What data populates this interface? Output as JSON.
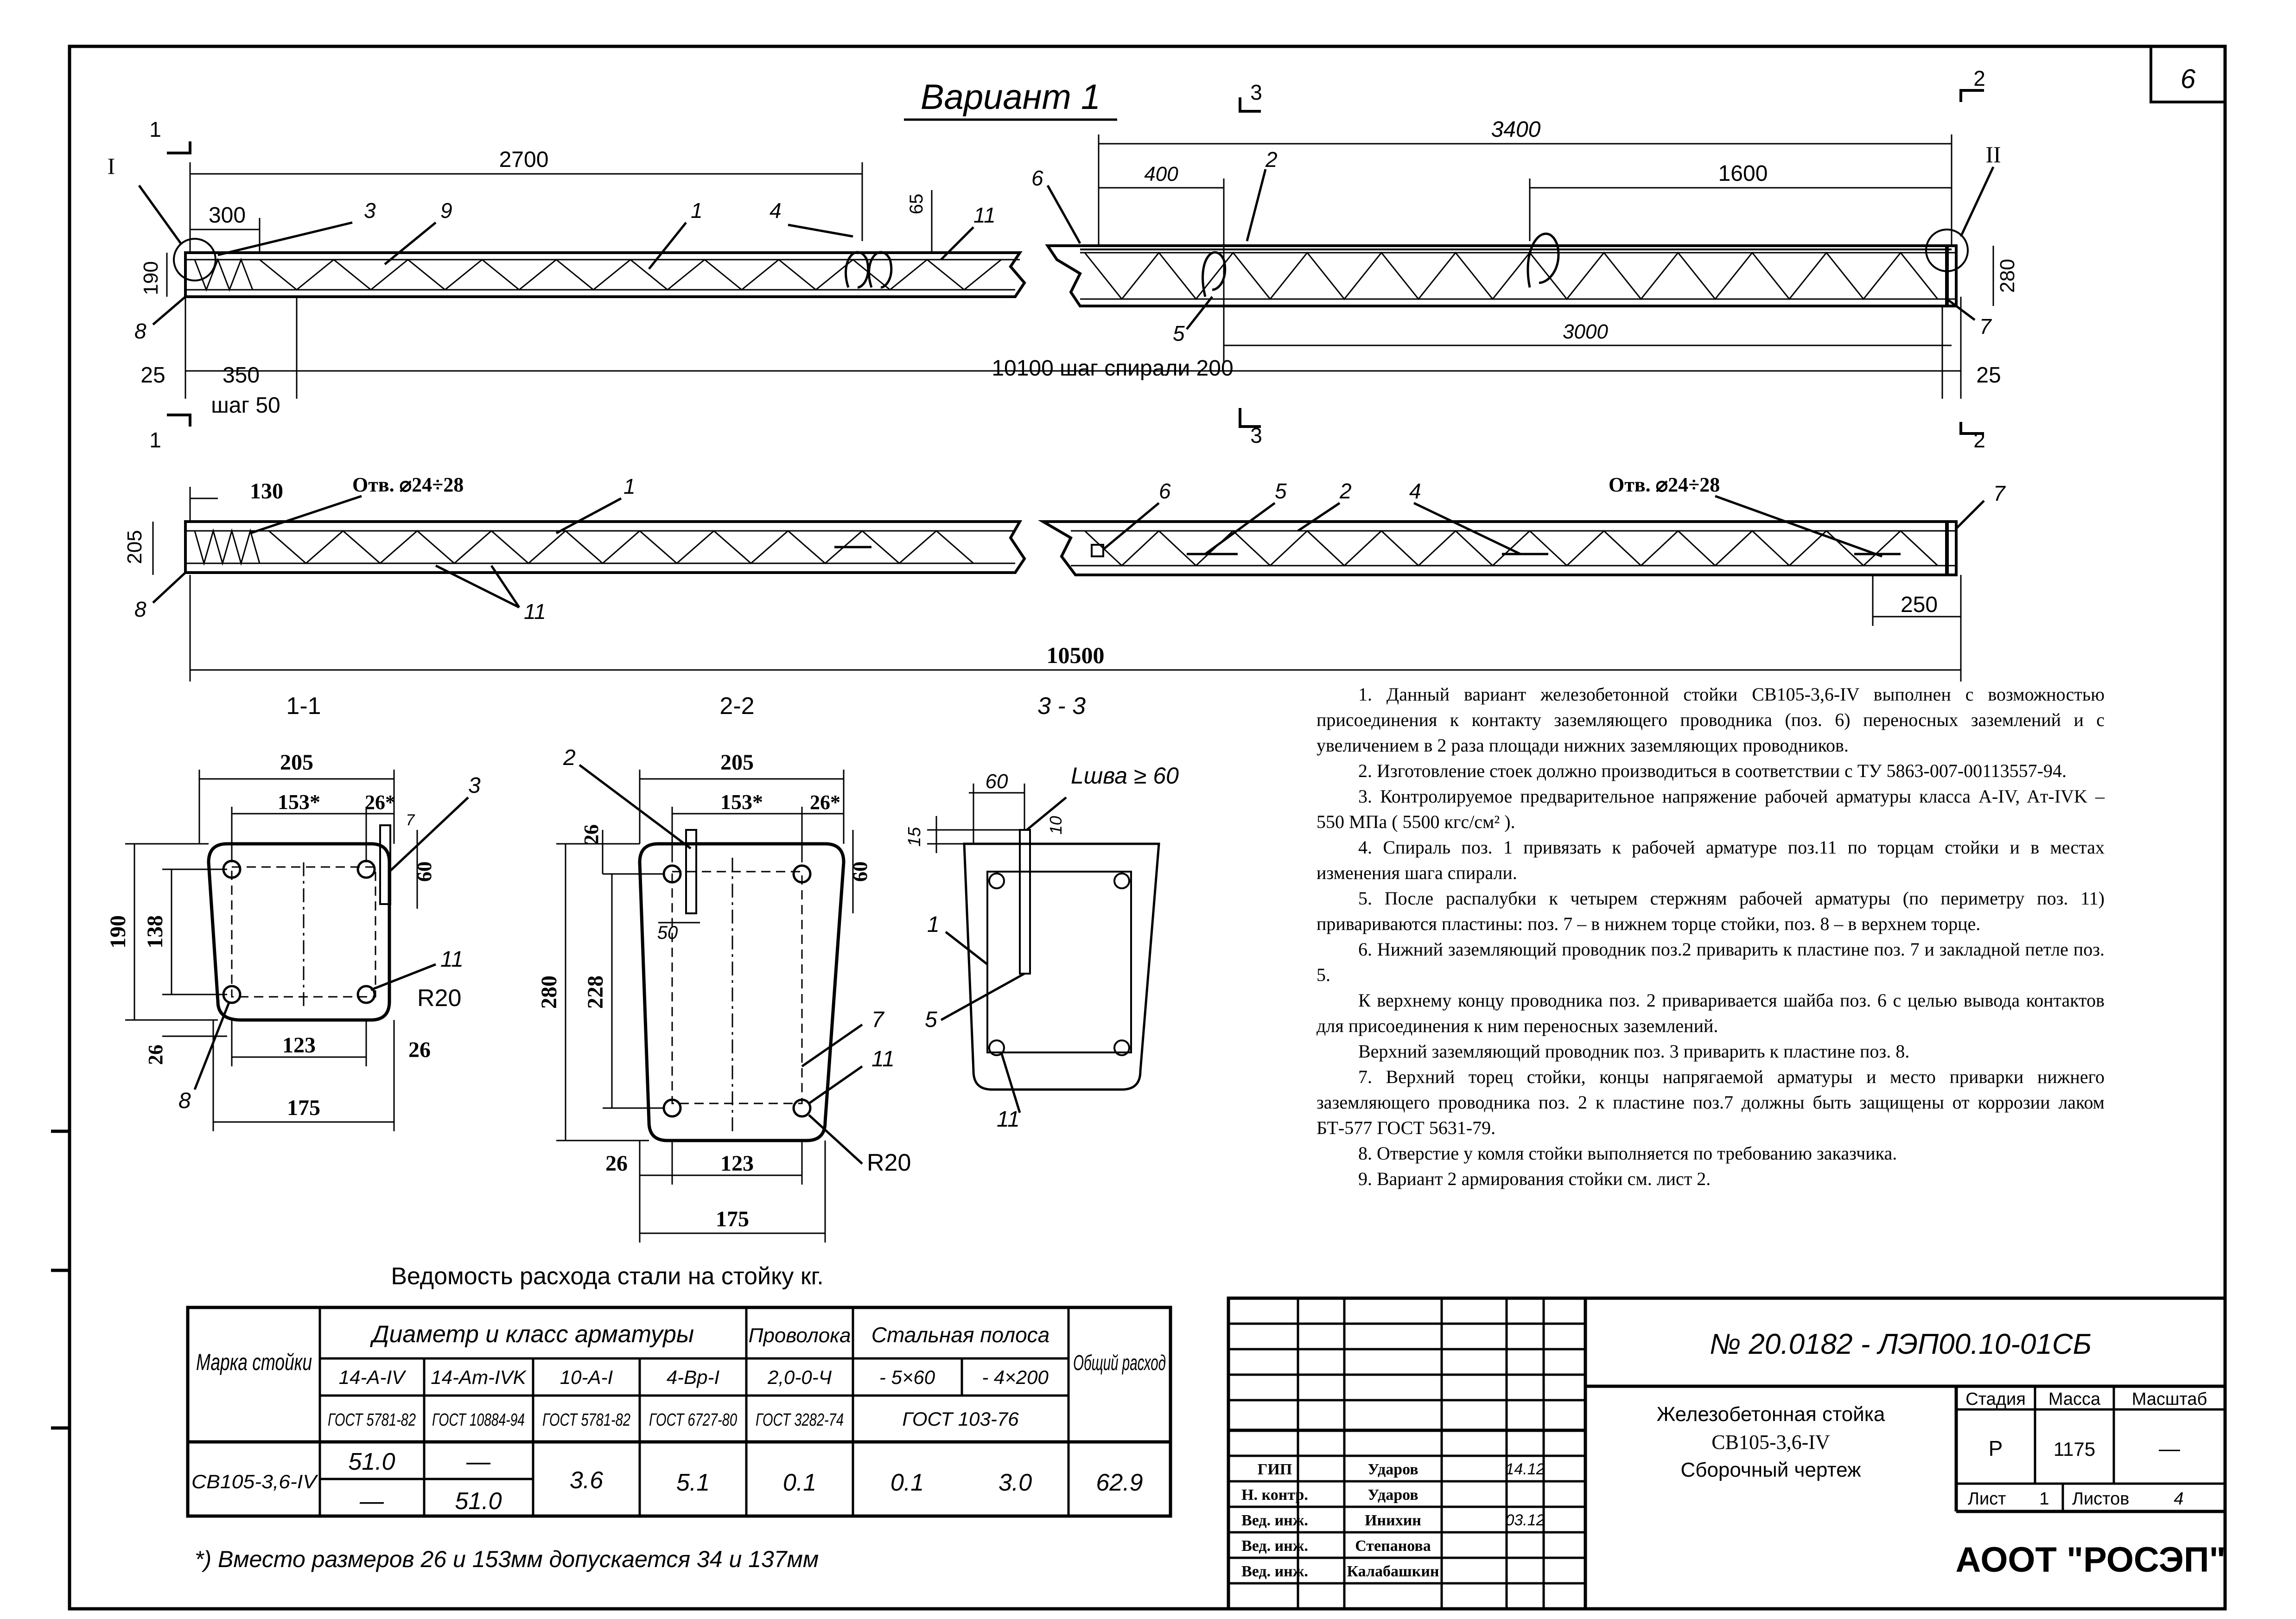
{
  "sheet": {
    "page_corner": "6",
    "title": "Вариант 1",
    "doc_number": "№ 20.0182 - ЛЭП00.10-01СБ",
    "company": "АООТ \"РОСЭП\""
  },
  "side_view": {
    "dim_left_total": "2700",
    "dim_300": "300",
    "dim_190": "190",
    "dim_25_left": "25",
    "dim_350": "350",
    "step_50": "шаг 50",
    "dim_65": "65",
    "dim_3400": "3400",
    "dim_400": "400",
    "dim_1600": "1600",
    "dim_3000": "3000",
    "dim_280": "280",
    "dim_25_right": "25",
    "spiral_length": "10100 шаг спирали 200",
    "sec1": "1",
    "sec2": "2",
    "sec3": "3",
    "node_I": "I",
    "node_II": "II",
    "labels_left": [
      "1",
      "3",
      "9",
      "1",
      "4",
      "11",
      "8"
    ],
    "labels_right": [
      "6",
      "2",
      "5",
      "7"
    ]
  },
  "top_view": {
    "dim_130": "130",
    "hole_left": "Отв. ⌀24÷28",
    "hole_right": "Отв. ⌀24÷28",
    "dim_205": "205",
    "dim_250": "250",
    "dim_10500": "10500",
    "labels_left": [
      "1",
      "8",
      "11"
    ],
    "labels_right": [
      "6",
      "5",
      "2",
      "4",
      "7"
    ]
  },
  "section_1_1": {
    "title": "1-1",
    "dim_205": "205",
    "dim_153": "153*",
    "dim_26_top": "26*",
    "dim_7": "7",
    "dim_60": "60",
    "dim_190": "190",
    "dim_138": "138",
    "dim_26_side": "26",
    "dim_123": "123",
    "dim_26_bot": "26",
    "dim_175": "175",
    "radius": "R20",
    "pos3": "3",
    "pos11": "11",
    "pos8": "8"
  },
  "section_2_2": {
    "title": "2-2",
    "dim_205": "205",
    "dim_153": "153*",
    "dim_26_top": "26*",
    "dim_26_side": "26",
    "dim_60": "60",
    "dim_50": "50",
    "dim_280": "280",
    "dim_228": "228",
    "dim_26_bot": "26",
    "dim_123": "123",
    "dim_175": "175",
    "radius": "R20",
    "pos2": "2",
    "pos7": "7",
    "pos11": "11"
  },
  "section_3_3": {
    "title": "3 - 3",
    "dim_60": "60",
    "weld": "Lшва ≥ 60",
    "dim_15": "15",
    "dim_10": "10",
    "pos1": "1",
    "pos5": "5",
    "pos11": "11"
  },
  "notes": [
    "1. Данный вариант железобетонной стойки СВ105-3,6-IV выполнен с возможностью присоединения к контакту заземляющего проводника (поз. 6) переносных заземлений и с увеличением в 2 раза площади нижних заземляющих проводников.",
    "2. Изготовление стоек должно производиться в соответствии с ТУ 5863-007-00113557-94.",
    "3. Контролируемое предварительное напряжение рабочей арматуры класса A-IV, Aт-IVK – 550 МПа ( 5500 кгс/см² ).",
    "4. Спираль поз. 1 привязать к рабочей арматуре поз.11 по торцам стойки и в местах изменения шага спирали.",
    "5. После распалубки к четырем стержням рабочей арматуры (по периметру поз. 11) привариваются пластины: поз. 7 – в нижнем торце стойки, поз. 8 – в верхнем торце.",
    "6. Нижний заземляющий проводник поз.2 приварить к пластине поз. 7 и закладной петле поз. 5.",
    "К верхнему концу проводника поз. 2 приваривается шайба поз. 6 с целью вывода контактов для присоединения к ним переносных заземлений.",
    "Верхний заземляющий проводник поз. 3 приварить к пластине поз. 8.",
    "7. Верхний торец стойки, концы напрягаемой арматуры и место приварки нижнего заземляющего проводника поз. 2 к пластине поз.7 должны быть защищены от коррозии лаком БТ-577 ГОСТ 5631-79.",
    "8. Отверстие у комля стойки выполняется по требованию заказчика.",
    "9. Вариант 2 армирования стойки см. лист 2."
  ],
  "steel_table": {
    "caption": "Ведомость расхода стали на стойку   кг.",
    "h_mark": "Марка стойки",
    "h_diam": "Диаметр и класс арматуры",
    "h_wire": "Проволока",
    "h_strip": "Стальная полоса",
    "h_total": "Общий расход",
    "cols": [
      "14-A-IV",
      "14-Aт-IVK",
      "10-A-I",
      "4-Bр-I",
      "2,0-0-Ч",
      "- 5×60",
      "- 4×200"
    ],
    "gost": [
      "ГОСТ 5781-82",
      "ГОСТ 10884-94",
      "ГОСТ 5781-82",
      "ГОСТ 6727-80",
      "ГОСТ 3282-74",
      "ГОСТ 103-76"
    ],
    "mark": "СВ105-3,6-IV",
    "row1": [
      "51.0",
      "—"
    ],
    "row2": [
      "—",
      "51.0"
    ],
    "v_10": "3.6",
    "v_4": "5.1",
    "v_wire": "0.1",
    "v_5x60": "0.1",
    "v_4x200": "3.0",
    "v_total": "62.9",
    "footnote": "*) Вместо размеров 26 и 153мм допускается 34 и 137мм"
  },
  "title_block": {
    "roles": [
      "ГИП",
      "Н. контр.",
      "Вед. инж.",
      "Вед. инж.",
      "Вед. инж."
    ],
    "names": [
      "Ударов",
      "Ударов",
      "Инихин",
      "Степанова",
      "Калабашкин"
    ],
    "dates": [
      "14.12",
      "",
      "03.12",
      "",
      ""
    ],
    "product": [
      "Железобетонная стойка",
      "СВ105-3,6-IV",
      "Сборочный чертеж"
    ],
    "h_stage": "Стадия",
    "h_mass": "Масса",
    "h_scale": "Масштаб",
    "stage": "Р",
    "mass": "1175",
    "scale": "—",
    "sheet_label": "Лист",
    "sheet_no": "1",
    "sheets_label": "Листов",
    "sheets_total": "4"
  }
}
